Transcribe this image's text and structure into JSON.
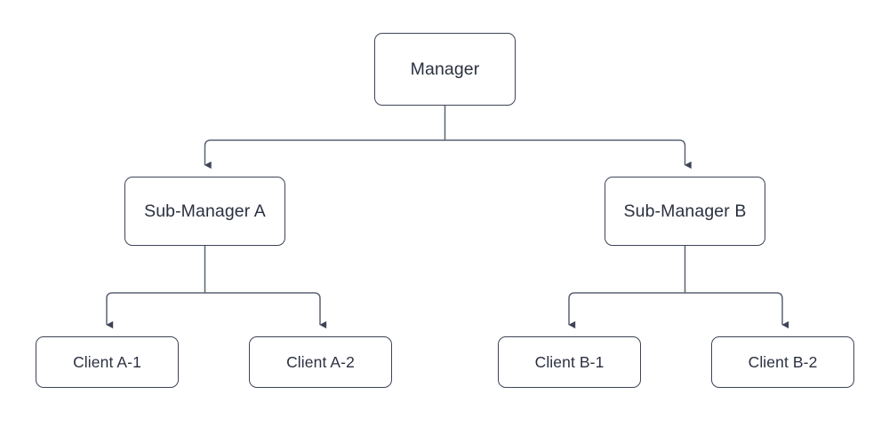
{
  "diagram": {
    "type": "org-chart",
    "title": "",
    "background_color": "#ffffff",
    "node_fill_color": "#ffffff",
    "node_border_color": "#3d4455",
    "edge_color": "#5a6273",
    "text_color": "#2b3040",
    "nodes": {
      "root": {
        "label": "Manager"
      },
      "mid_a": {
        "label": "Sub-Manager A"
      },
      "mid_b": {
        "label": "Sub-Manager B"
      },
      "leaf_a1": {
        "label": "Client A-1"
      },
      "leaf_a2": {
        "label": "Client A-2"
      },
      "leaf_b1": {
        "label": "Client B-1"
      },
      "leaf_b2": {
        "label": "Client B-2"
      }
    },
    "edges": [
      {
        "from": "Manager",
        "to": "Sub-Manager A",
        "arrow": "down"
      },
      {
        "from": "Manager",
        "to": "Sub-Manager B",
        "arrow": "down"
      },
      {
        "from": "Sub-Manager A",
        "to": "Client A-1",
        "arrow": "down"
      },
      {
        "from": "Sub-Manager A",
        "to": "Client A-2",
        "arrow": "down"
      },
      {
        "from": "Sub-Manager B",
        "to": "Client B-1",
        "arrow": "down"
      },
      {
        "from": "Sub-Manager B",
        "to": "Client B-2",
        "arrow": "down"
      }
    ]
  }
}
